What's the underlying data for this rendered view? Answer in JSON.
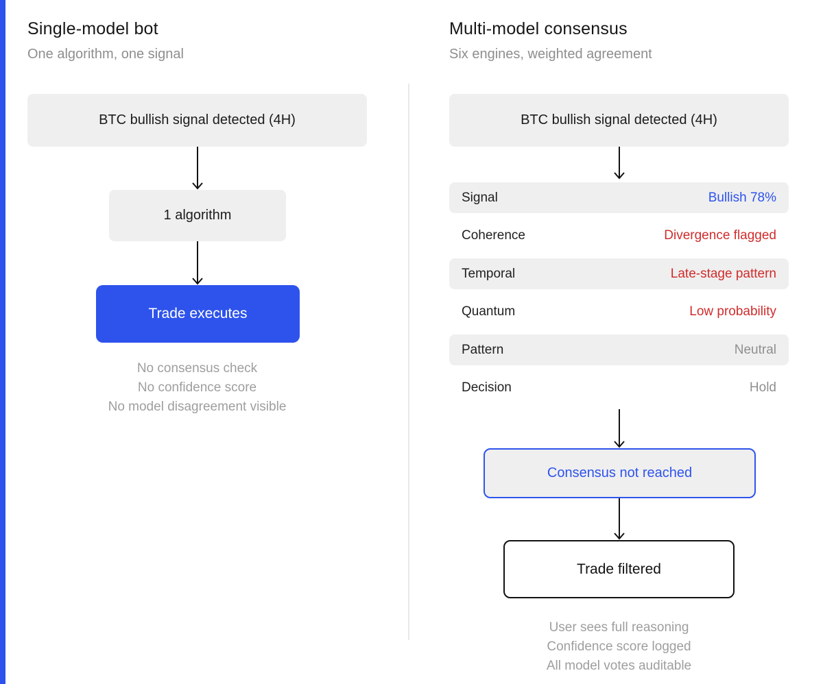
{
  "colors": {
    "accent_blue": "#2e53ec",
    "alert_red": "#d02c2c",
    "muted_gray": "#8f8f8f"
  },
  "left_panel": {
    "title": "Single-model bot",
    "subtitle": "One algorithm, one signal",
    "signal_box": "BTC bullish signal detected (4H)",
    "step_box": "1 algorithm",
    "outcome_box": "Trade executes",
    "notes": [
      "No consensus check",
      "No confidence score",
      "No model disagreement visible"
    ]
  },
  "right_panel": {
    "title": "Multi-model consensus",
    "subtitle": "Six engines, weighted agreement",
    "signal_box": "BTC bullish signal detected (4H)",
    "rows": [
      {
        "label": "Signal",
        "value": "Bullish 78%",
        "tone": "blue"
      },
      {
        "label": "Coherence",
        "value": "Divergence flagged",
        "tone": "red"
      },
      {
        "label": "Temporal",
        "value": "Late-stage pattern",
        "tone": "red"
      },
      {
        "label": "Quantum",
        "value": "Low probability",
        "tone": "red"
      },
      {
        "label": "Pattern",
        "value": "Neutral",
        "tone": "gray"
      },
      {
        "label": "Decision",
        "value": "Hold",
        "tone": "gray"
      }
    ],
    "consensus_box": "Consensus not reached",
    "outcome_box": "Trade filtered",
    "notes": [
      "User sees full reasoning",
      "Confidence score logged",
      "All model votes auditable"
    ]
  }
}
